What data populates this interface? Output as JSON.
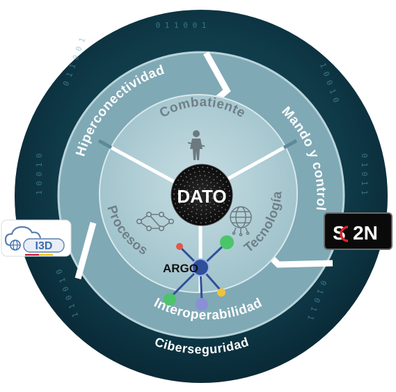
{
  "center": {
    "label": "DATO"
  },
  "outer_ring": {
    "label": "Ciberseguridad"
  },
  "middle_ring": {
    "labels": [
      "Hiperconectividad",
      "Mando y control",
      "Interoperabilidad"
    ]
  },
  "inner_sectors": {
    "labels": [
      "Combatiente",
      "Tecnología",
      "Procesos"
    ]
  },
  "argo": {
    "label": "ARGO"
  },
  "logos": {
    "left": {
      "text": "I3D"
    },
    "right": {
      "text_s": "S",
      "text_rest": "2N"
    }
  },
  "background_binary": [
    "0 1 1 0 0 1",
    "1 0 0 1 0",
    "0 1 0 1 1",
    "1 1 0 0 1 0"
  ],
  "colors": {
    "outer_background": "#0b2e3a",
    "middle_ring": "#7fa9b5",
    "inner_disc": "#b9d4db",
    "center_disc": "#1c1c1c",
    "argo_red": "#e2574c",
    "argo_green": "#4cc46a",
    "argo_yellow": "#f0c23c",
    "argo_purple": "#8a8fd6",
    "argo_core": "#2f4f9a"
  },
  "icons": {
    "combatiente": "soldier-icon",
    "procesos": "network-nodes-icon",
    "tecnologia": "circuit-globe-icon"
  }
}
